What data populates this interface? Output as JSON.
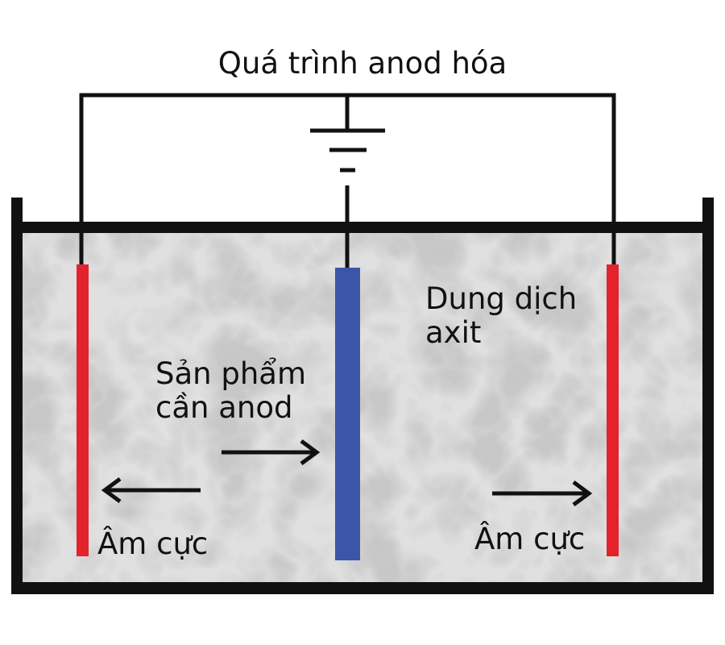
{
  "title": "Quá trình anod hóa",
  "labels": {
    "solution_line1": "Dung dịch",
    "solution_line2": "axit",
    "product_line1": "Sản phẩm",
    "product_line2": "cần anod",
    "cathode_left": "Âm cực",
    "cathode_right": "Âm cực"
  },
  "colors": {
    "cathode": "#e3232b",
    "anode": "#3b56a8",
    "solution": "#c9c9c9",
    "lines": "#111111"
  },
  "icons": {
    "power_source": "battery-symbol-icon"
  }
}
